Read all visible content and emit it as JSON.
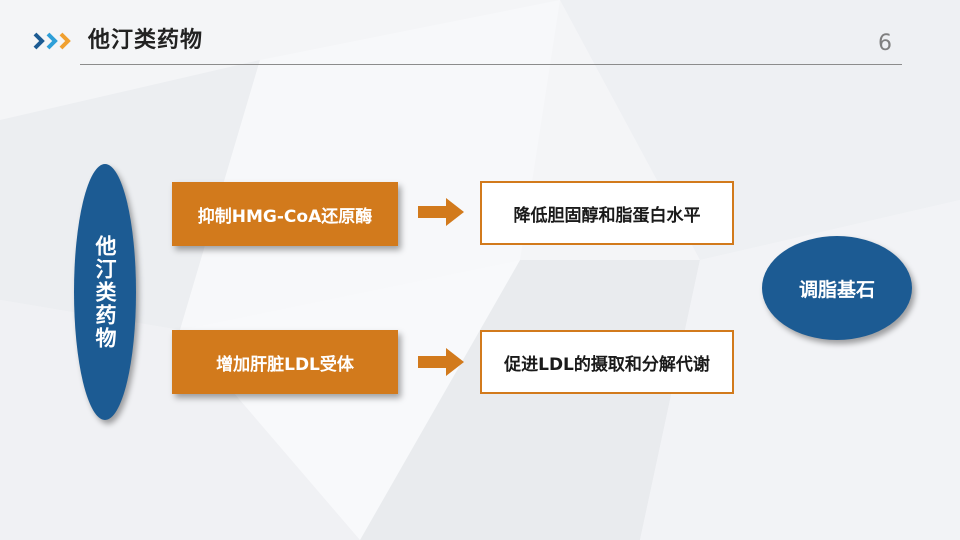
{
  "header": {
    "title": "他汀类药物",
    "page_number": "6"
  },
  "left_oval": {
    "label": "他汀类药物"
  },
  "rows": [
    {
      "mechanism": "抑制HMG-CoA还原酶",
      "effect": "降低胆固醇和脂蛋白水平"
    },
    {
      "mechanism": "增加肝脏LDL受体",
      "effect": "促进LDL的摄取和分解代谢"
    }
  ],
  "right_circle": {
    "label": "调脂基石"
  },
  "colors": {
    "blue": "#1c5b93",
    "orange": "#d27a1c",
    "light_blue": "#2e9fd8"
  },
  "icons": {
    "header": "triple-chevron-icon",
    "arrow": "right-arrow-icon"
  }
}
